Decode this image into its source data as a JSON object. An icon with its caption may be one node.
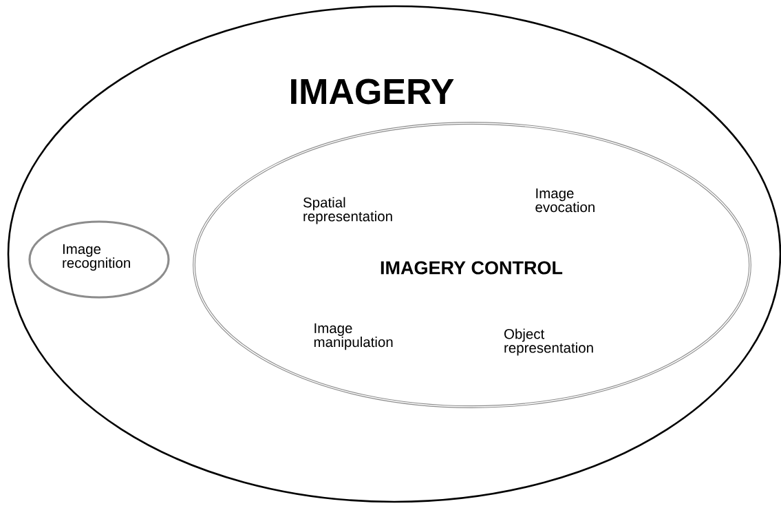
{
  "diagram": {
    "nodes": [
      {
        "text": [
          "IMAGERY"
        ]
      },
      {
        "text": [
          "Image recognition"
        ],
        "in": 0
      },
      {
        "text": [
          "Spatial representation",
          "Image evocation",
          "IMAGERY CONTROL",
          "Image manipulation",
          "Object representation"
        ],
        "in": 0
      }
    ]
  }
}
